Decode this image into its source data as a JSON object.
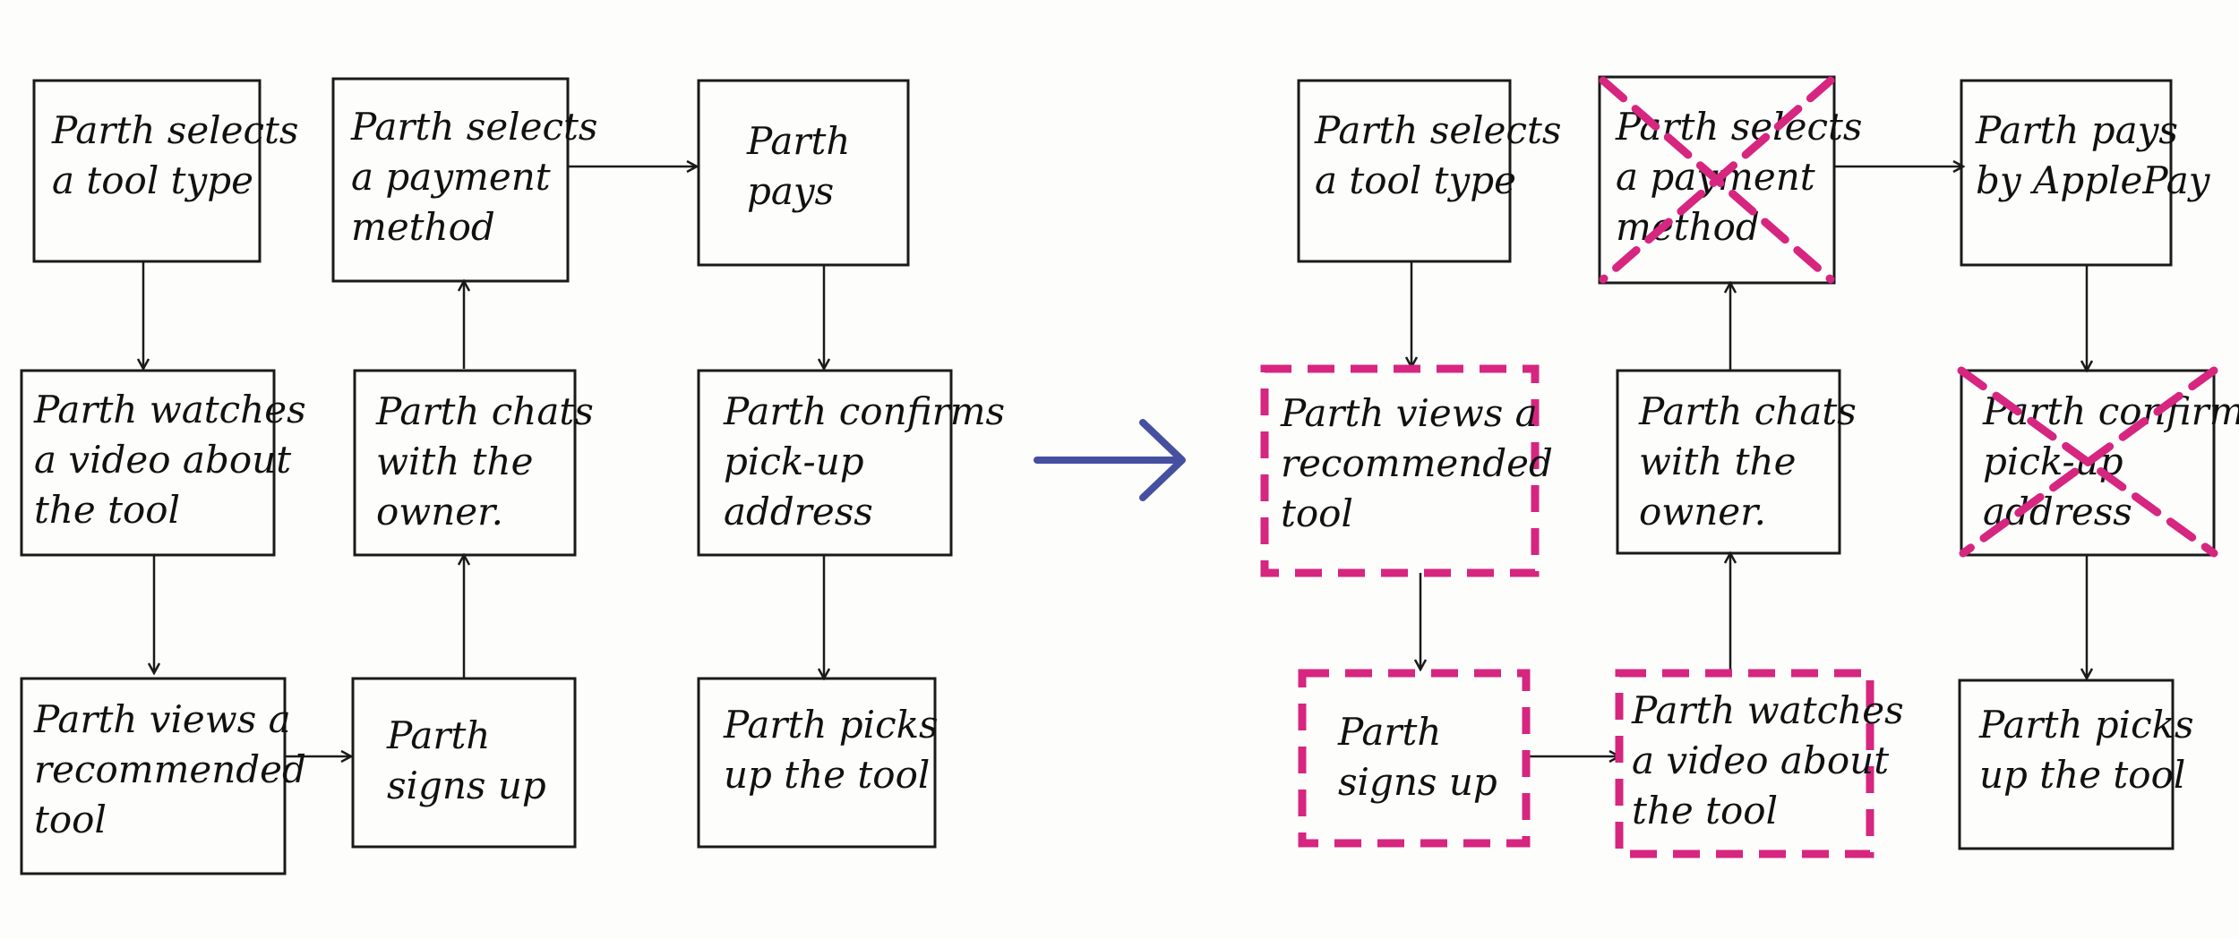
{
  "colors": {
    "ink": "#1a1a1a",
    "highlight": "#d6267f",
    "transition_arrow": "#4650a0"
  },
  "before": {
    "boxes": {
      "b1": [
        "Parth selects",
        "a tool type"
      ],
      "b2": [
        "Parth selects",
        "a payment",
        "method"
      ],
      "b3": [
        "Parth",
        "pays"
      ],
      "b4": [
        "Parth watches",
        "a video about",
        "the tool"
      ],
      "b5": [
        "Parth chats",
        "with the",
        "owner."
      ],
      "b6": [
        "Parth confirms",
        "pick-up",
        "address"
      ],
      "b7": [
        "Parth views a",
        "recommended",
        "tool"
      ],
      "b8": [
        "Parth",
        "signs up"
      ],
      "b9": [
        "Parth picks",
        "up the tool"
      ]
    }
  },
  "after": {
    "boxes": {
      "a1": [
        "Parth selects",
        "a tool type"
      ],
      "a2": [
        "Parth selects",
        "a payment",
        "method"
      ],
      "a3": [
        "Parth pays",
        "by ApplePay"
      ],
      "a4": [
        "Parth views a",
        "recommended",
        "tool"
      ],
      "a5": [
        "Parth chats",
        "with the",
        "owner."
      ],
      "a6": [
        "Parth confirms",
        "pick-up",
        "address"
      ],
      "a7": [
        "Parth",
        "signs up"
      ],
      "a8": [
        "Parth watches",
        "a video about",
        "the tool"
      ],
      "a9": [
        "Parth picks",
        "up the tool"
      ]
    },
    "removed": [
      "a2",
      "a6"
    ],
    "highlighted": [
      "a4",
      "a7",
      "a8"
    ]
  }
}
